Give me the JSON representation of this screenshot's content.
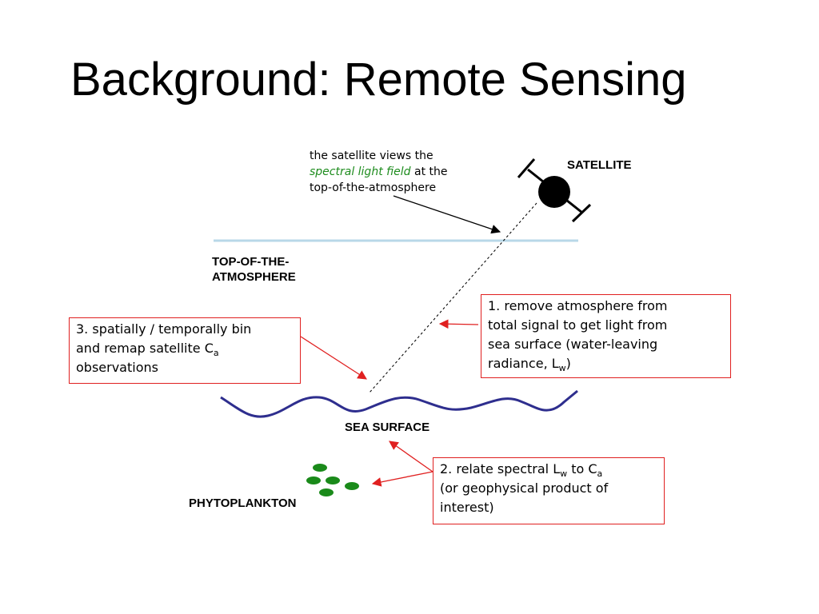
{
  "title": "Background: Remote Sensing",
  "labels": {
    "satellite": "SATELLITE",
    "toa_line1": "TOP-OF-THE-",
    "toa_line2": "ATMOSPHERE",
    "sea_surface": "SEA SURFACE",
    "phytoplankton": "PHYTOPLANKTON"
  },
  "satellite_note": {
    "part1": "the satellite views the",
    "emphasis": "spectral light field",
    "part2": "at the top-of-the-atmosphere"
  },
  "callouts": {
    "step1": {
      "line1": "1. remove atmosphere from",
      "line2": "total signal to get light from",
      "line3": "sea surface (water-leaving",
      "line4_prefix": "radiance, L",
      "line4_sub": "w",
      "line4_suffix": ")"
    },
    "step2": {
      "line1_prefix": "2. relate spectral L",
      "line1_sub1": "w",
      "line1_mid": " to C",
      "line1_sub2": "a",
      "line2": "(or  geophysical product of",
      "line3": "interest)"
    },
    "step3": {
      "line1": "3. spatially / temporally bin",
      "line2_prefix": "and remap satellite C",
      "line2_sub": "a",
      "line3": "observations"
    }
  },
  "colors": {
    "atmosphere_line": "#b8d8e8",
    "sea_wave": "#2e2e8e",
    "callout_border": "#e02020",
    "arrow_red": "#e02020",
    "phytoplankton": "#1a8a1a",
    "emphasis_text": "#1e8c1e"
  }
}
